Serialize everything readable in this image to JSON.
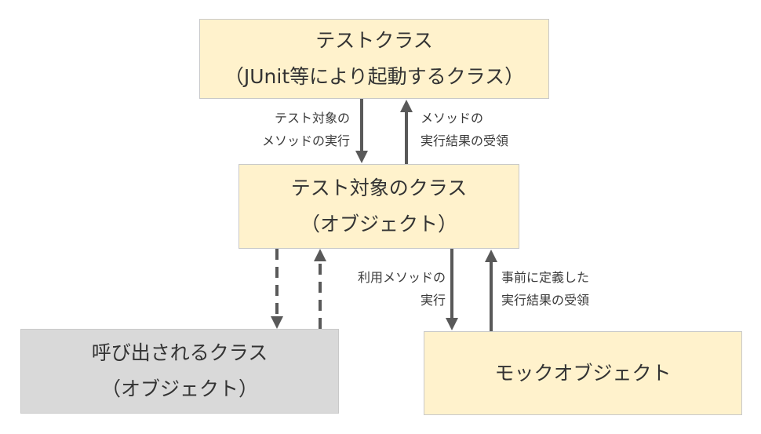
{
  "boxes": {
    "test_class": {
      "line1": "テストクラス",
      "line2": "（JUnit等により起動するクラス）"
    },
    "target_class": {
      "line1": "テスト対象のクラス",
      "line2": "（オブジェクト）"
    },
    "called_class": {
      "line1": "呼び出されるクラス",
      "line2": "（オブジェクト）"
    },
    "mock_object": {
      "line1": "モックオブジェクト"
    }
  },
  "labels": {
    "exec_target": {
      "line1": "テスト対象の",
      "line2": "メソッドの実行"
    },
    "receive_result": {
      "line1": "メソッドの",
      "line2": "実行結果の受領"
    },
    "exec_used": {
      "line1": "利用メソッドの",
      "line2": "実行"
    },
    "predefined_result": {
      "line1": "事前に定義した",
      "line2": "実行結果の受領"
    }
  },
  "colors": {
    "box_yellow": "#fff2cc",
    "box_gray": "#d9d9d9",
    "arrow": "#595959"
  }
}
